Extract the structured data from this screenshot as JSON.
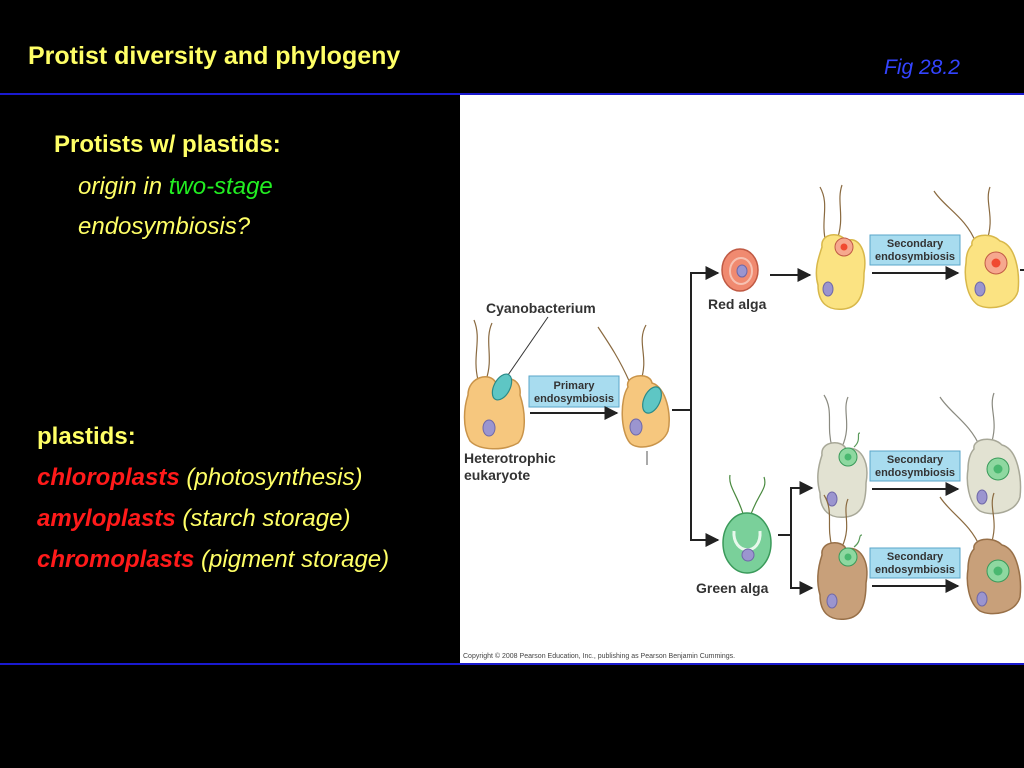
{
  "slide": {
    "title": "Protist diversity and phylogeny",
    "fig_ref": "Fig 28.2"
  },
  "plastid_origin": {
    "heading": "Protists w/ plastids:",
    "line1_prefix": "origin in ",
    "line1_highlight": "two-stage",
    "line2": "endosymbiosis?"
  },
  "plastid_types": {
    "heading": "plastids:",
    "items": [
      {
        "name": "chloroplasts",
        "desc": "(photosynthesis)"
      },
      {
        "name": "amyloplasts",
        "desc": "(starch storage)"
      },
      {
        "name": "chromoplasts",
        "desc": "(pigment storage)"
      }
    ]
  },
  "figure": {
    "labels": {
      "cyanobacterium": "Cyanobacterium",
      "heterotrophic_1": "Heterotrophic",
      "heterotrophic_2": "eukaryote",
      "red_alga": "Red alga",
      "green_alga": "Green alga"
    },
    "boxes": {
      "primary_1": "Primary",
      "primary_2": "endosymbiosis",
      "secondary_1": "Secondary",
      "secondary_2": "endosymbiosis"
    },
    "copyright": "Copyright © 2008 Pearson Education, Inc., publishing as Pearson Benjamin Cummings."
  },
  "colors": {
    "title_yellow": "#ffff66",
    "accent_red": "#ff1a1a",
    "accent_green": "#22ee22",
    "rule_blue": "#1a1ad0",
    "fig_ref_blue": "#3344ff",
    "box_blue": "#a8dcef"
  }
}
